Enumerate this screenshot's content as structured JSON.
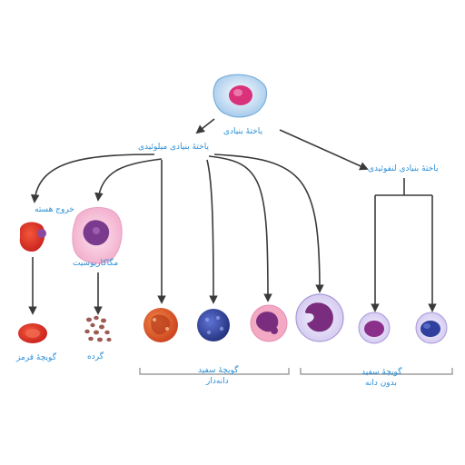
{
  "labels": {
    "stem_cell": "یاختهٔ بنیادی",
    "myeloid_stem_cell": "یاختهٔ بنیادی میلوئیدی",
    "lymphoid_stem_cell": "یاختهٔ بنیادی لنفوئیدی",
    "nucleus_exit": "خروج هسته",
    "megakaryocyte": "مگاکاریوسیت",
    "red_blood_cell": "گویچهٔ قرمز",
    "platelets": "گرده",
    "granular_wbc_line1": "گویچهٔ سفید",
    "granular_wbc_line2": "دانه‌دار",
    "agranular_wbc_line1": "گویچهٔ سفید",
    "agranular_wbc_line2": "بدون دانه"
  },
  "colors": {
    "label_text": "#2a8fd6",
    "arrow": "#3a3a3a",
    "cell_membrane": "#b9aee0",
    "nucleus_purple": "#7a2d7e",
    "red_cell": "#e2332c",
    "neutrophil": "#e2582a",
    "basophil": "#3448a8"
  }
}
